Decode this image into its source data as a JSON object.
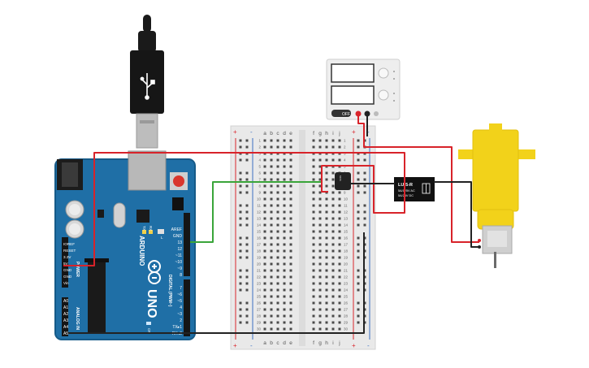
{
  "colors": {
    "background": "#ffffff",
    "arduino_board": "#1f6fa6",
    "arduino_edge": "#165a88",
    "breadboard": "#e9e9e9",
    "rail_red": "#d9262c",
    "rail_blue": "#3c6ec3",
    "wire_red": "#d8232a",
    "wire_green": "#3aa53a",
    "wire_black": "#222222",
    "motor_yellow": "#f2d21a",
    "relay_body": "#111111"
  },
  "arduino": {
    "brand": "ARDUINO",
    "model": "UNO",
    "power_label": "POWER",
    "analog_label": "ANALOG IN",
    "digital_label": "DIGITAL (PWM~)",
    "tx_label": "TX",
    "rx_label": "RX",
    "on_label": "ON",
    "l_label": "L",
    "power_pins": [
      "IOREF",
      "RESET",
      "3.3V",
      "5V",
      "GND",
      "GND",
      "Vin"
    ],
    "analog_pins": [
      "A0",
      "A1",
      "A2",
      "A3",
      "A4",
      "A5"
    ],
    "top_header_pins": [
      "AREF",
      "GND",
      "13",
      "12",
      "~11",
      "~10",
      "~9",
      "8"
    ],
    "bottom_header_pins": [
      "7",
      "~6",
      "~5",
      "4",
      "~3",
      "2",
      "TX▸1",
      "RX◂0"
    ]
  },
  "breadboard": {
    "left_columns": [
      "a",
      "b",
      "c",
      "d",
      "e"
    ],
    "right_columns": [
      "f",
      "g",
      "h",
      "i",
      "j"
    ],
    "rail_plus": "+",
    "rail_minus": "-",
    "rows": [
      "1",
      "2",
      "3",
      "4",
      "5",
      "6",
      "7",
      "8",
      "9",
      "10",
      "11",
      "12",
      "13",
      "14",
      "15",
      "16",
      "17",
      "18",
      "19",
      "20",
      "21",
      "22",
      "23",
      "24",
      "25",
      "26",
      "27",
      "28",
      "29",
      "30"
    ]
  },
  "power_supply": {
    "buttons": [
      "OFF"
    ]
  },
  "relay": {
    "title": "LU-5-R",
    "line1": "5A/125V AC",
    "line2": "5A/28V DC"
  }
}
